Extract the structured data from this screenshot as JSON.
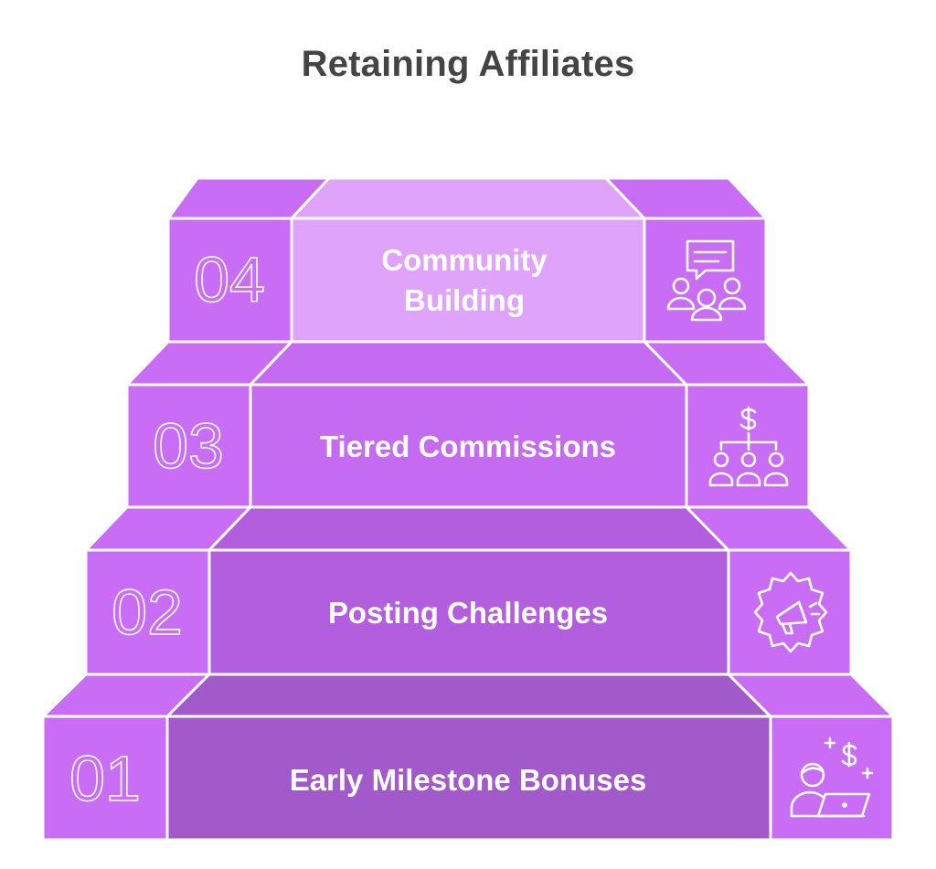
{
  "title": "Retaining Affiliates",
  "steps": [
    {
      "number": "01",
      "label": "Early Milestone Bonuses",
      "icon": "affiliate-laptop-icon"
    },
    {
      "number": "02",
      "label": "Posting Challenges",
      "icon": "megaphone-gear-icon"
    },
    {
      "number": "03",
      "label": "Tiered Commissions",
      "icon": "commission-hierarchy-icon"
    },
    {
      "number": "04",
      "label_lines": [
        "Community",
        "Building"
      ],
      "icon": "community-chat-icon"
    }
  ],
  "colors": {
    "side": "#c96cf6",
    "center_01": "#a259c9",
    "center_02": "#b35ede",
    "center_03": "#c56bf1",
    "center_04": "#dfa3fc",
    "stroke": "#ffffff",
    "title": "#444444"
  }
}
